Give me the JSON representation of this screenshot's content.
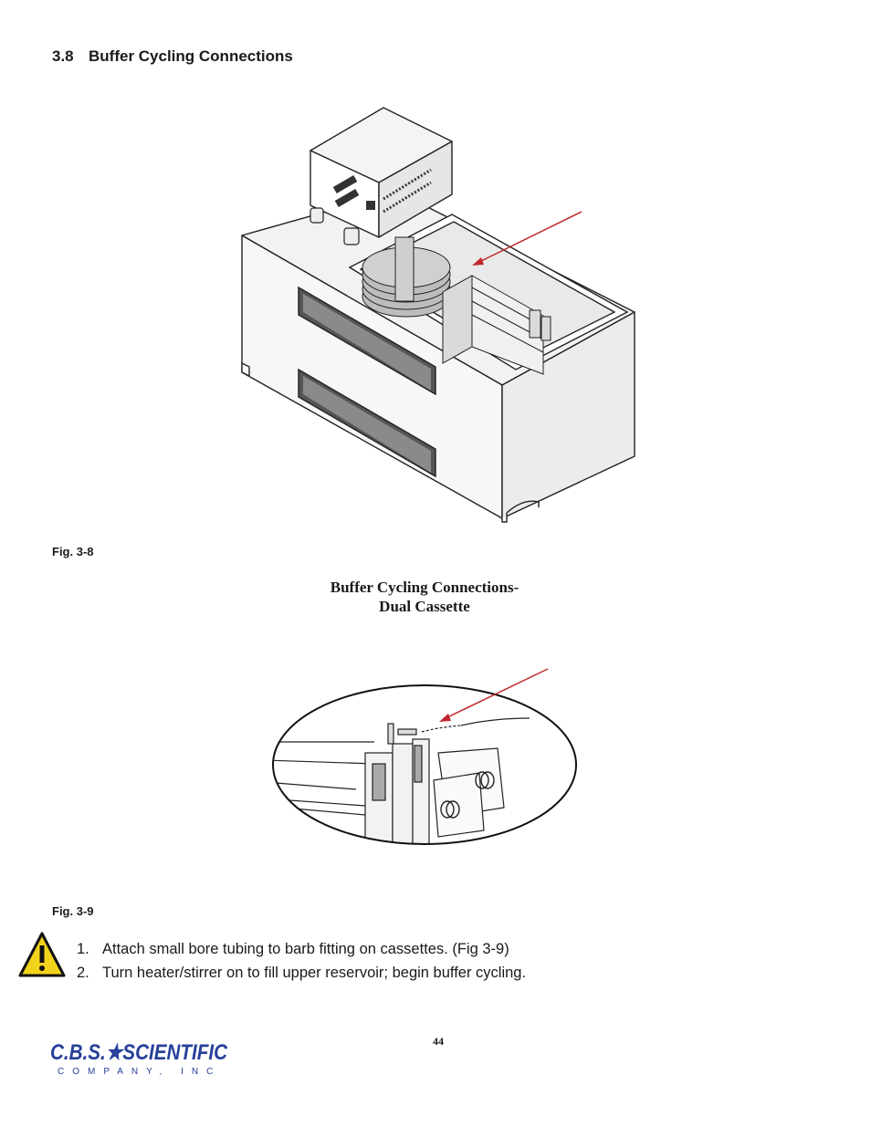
{
  "section": {
    "number": "3.8",
    "title": "Buffer Cycling Connections"
  },
  "figures": [
    {
      "label": "Fig. 3-8"
    },
    {
      "label": "Fig. 3-9"
    }
  ],
  "caption": {
    "line1": "Buffer Cycling Connections-",
    "line2": "Dual Cassette"
  },
  "steps": [
    {
      "num": "1.",
      "text": "Attach small bore tubing to barb fitting on cassettes. (Fig 3-9)"
    },
    {
      "num": "2.",
      "text": "Turn heater/stirrer on to fill upper reservoir; begin buffer cycling."
    }
  ],
  "footer": {
    "page_number": "44",
    "logo_main": "C.B.S.★SCIENTIFIC",
    "logo_sub": "COMPANY, INC"
  },
  "colors": {
    "arrow": "#c0272d",
    "warning": "#f2d31b",
    "logo": "#27409a"
  }
}
